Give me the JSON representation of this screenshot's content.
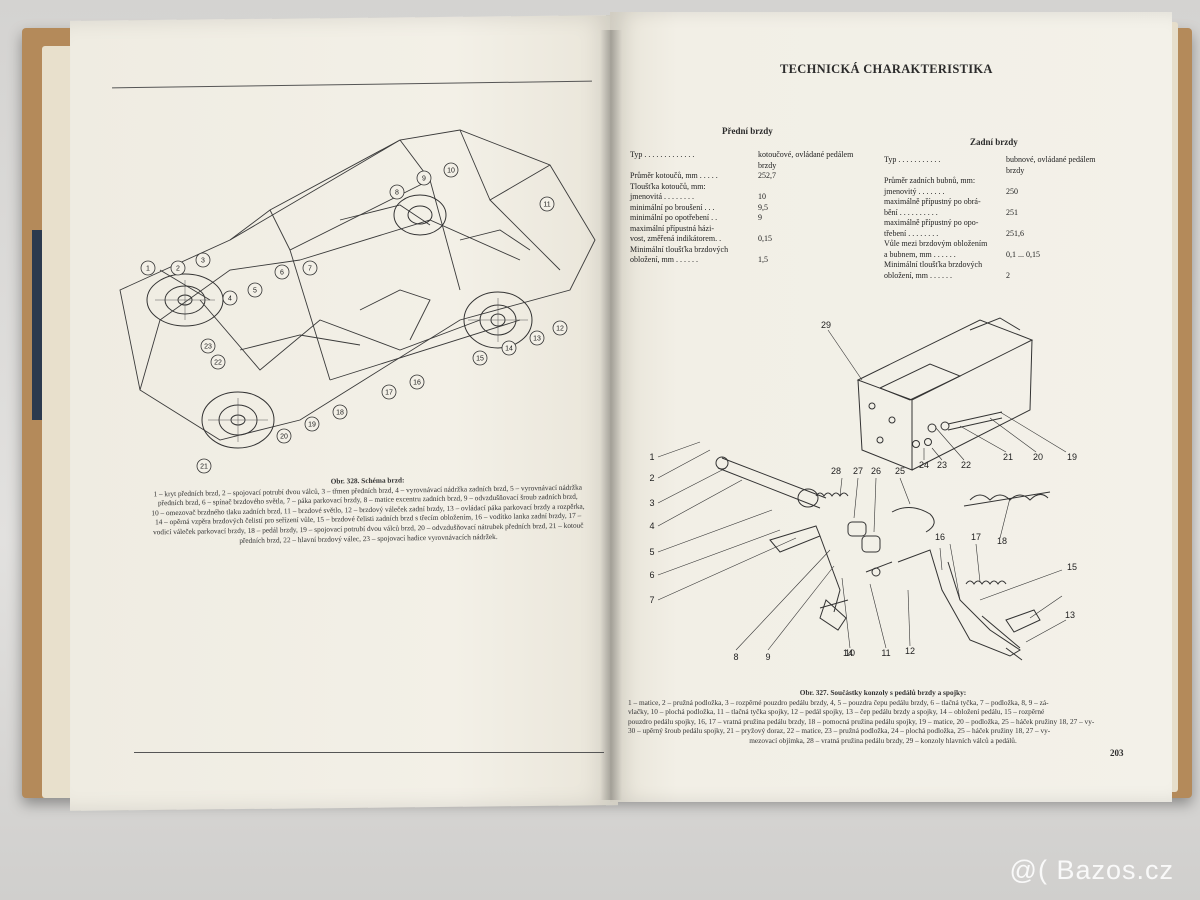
{
  "right_page": {
    "title": "TECHNICKÁ CHARAKTERISTIKA",
    "page_number": "203",
    "front_brakes": {
      "heading": "Přední brzdy",
      "rows": [
        {
          "label": "Typ . . . . . . . . . . . . .",
          "value": "kotoučové, ovládané pedálem"
        },
        {
          "label": "",
          "value": "brzdy"
        },
        {
          "label": "Průměr kotoučů, mm . . . . .",
          "value": "252,7"
        },
        {
          "label": "Tloušťka kotoučů, mm:",
          "value": ""
        },
        {
          "label": "jmenovitá . . . . . . . .",
          "value": "10"
        },
        {
          "label": "minimální po broušení . . .",
          "value": "9,5"
        },
        {
          "label": "minimální po opotřebení . .",
          "value": "9"
        },
        {
          "label": "maximální přípustná házi-",
          "value": ""
        },
        {
          "label": "vost, změřená indikátorem. .",
          "value": "0,15"
        },
        {
          "label": "Minimální tloušťka brzdových",
          "value": ""
        },
        {
          "label": "obložení, mm . . . . . .",
          "value": "1,5"
        }
      ]
    },
    "rear_brakes": {
      "heading": "Zadní brzdy",
      "rows": [
        {
          "label": "Typ . . . . . . . . . . .",
          "value": "bubnové, ovládané pedálem"
        },
        {
          "label": "",
          "value": "brzdy"
        },
        {
          "label": "Průměr zadních bubnů, mm:",
          "value": ""
        },
        {
          "label": "jmenovitý . . . . . . .",
          "value": "250"
        },
        {
          "label": "maximálně přípustný po obrá-",
          "value": ""
        },
        {
          "label": "bění . . . . . . . . . .",
          "value": "251"
        },
        {
          "label": "maximálně přípustný po opo-",
          "value": ""
        },
        {
          "label": "třebení . . . . . . . .",
          "value": "251,6"
        },
        {
          "label": "Vůle mezi brzdovým obložením",
          "value": ""
        },
        {
          "label": "a bubnem, mm . . . . . .",
          "value": "0,1 ... 0,15"
        },
        {
          "label": "Minimální tloušťka brzdových",
          "value": ""
        },
        {
          "label": "obložení, mm . . . . . .",
          "value": "2"
        }
      ]
    },
    "figure_caption": [
      "Obr. 327. Součástky konzoly s pedálů brzdy a spojky:",
      "1 – matice, 2 – pružná podložka, 3 – rozpěrné pouzdro pedálu brzdy, 4, 5 – pouzdra čepu pedálu brzdy, 6 – tlačná tyčka, 7 – podložka, 8, 9 – zá-",
      "vlačky, 10 – plochá podložka, 11 – tlačná tyčka spojky, 12 – pedál spojky, 13 – čep pedálu brzdy a spojky, 14 – obložení pedálu, 15 – rozpěrné",
      "pouzdro pedálu spojky, 16, 17 – vratná pružina pedálu brzdy, 18 – pomocná pružina pedálu spojky, 19 – matice, 20 – podložka, 25 – háček pružiny 18, 27 – vy-",
      "30 – upěrný šroub pedálu spojky, 21 – pryžový doraz, 22 – matice, 23 – pružná podložka, 24 – plochá podložka, 25 – háček pružiny 18, 27 – vy-",
      "mezovací objímka, 28 – vratná pružina pedálu brzdy, 29 – konzoly hlavních válců a pedálů."
    ],
    "callouts": [
      "1",
      "2",
      "3",
      "4",
      "5",
      "6",
      "7",
      "8",
      "9",
      "10",
      "11",
      "12",
      "13",
      "14",
      "15",
      "16",
      "17",
      "18",
      "19",
      "20",
      "21",
      "22",
      "23",
      "24",
      "25",
      "26",
      "27",
      "28",
      "29"
    ]
  },
  "left_page": {
    "figure_caption": [
      "Obr. 328. Schéma brzd:",
      "1 – kryt předních brzd, 2 – spojovací potrubí dvou válců, 3 – třmen předních brzd, 4 – vyrovnávací nádržka zadních brzd, 5 – vyrovnávací nádržka",
      "předních brzd, 6 – spínač brzdového světla, 7 – páka parkovací brzdy, 8 – matice excentru zadních brzd, 9 – odvzdušňovací šroub zadních brzd,",
      "10 – omezovač brzdného tlaku zadních brzd, 11 – brzdové světlo, 12 – brzdový váleček zadní brzdy, 13 – ovládací páka parkovací brzdy a rozpěrka,",
      "14 – opěrná vzpěra brzdových čelistí pro seřízení vůle, 15 – brzdové čelisti zadních brzd s třecím obložením, 16 – vodítko lanka zadní brzdy, 17 –",
      "vodicí váleček parkovací brzdy, 18 – pedál brzdy, 19 – spojovací potrubí dvou válců brzd, 20 – odvzdušňovací nátrubek předních brzd, 21 – kotouč",
      "předních brzd, 22 – hlavní brzdový válec, 23 – spojovací hadice vyrovnávacích nádržek."
    ],
    "callouts": [
      "1",
      "2",
      "3",
      "4",
      "5",
      "6",
      "7",
      "8",
      "9",
      "10",
      "11",
      "12",
      "13",
      "14",
      "15",
      "16",
      "17",
      "18",
      "19",
      "20",
      "21",
      "22",
      "23"
    ]
  },
  "watermark": "@( Bazos.cz"
}
